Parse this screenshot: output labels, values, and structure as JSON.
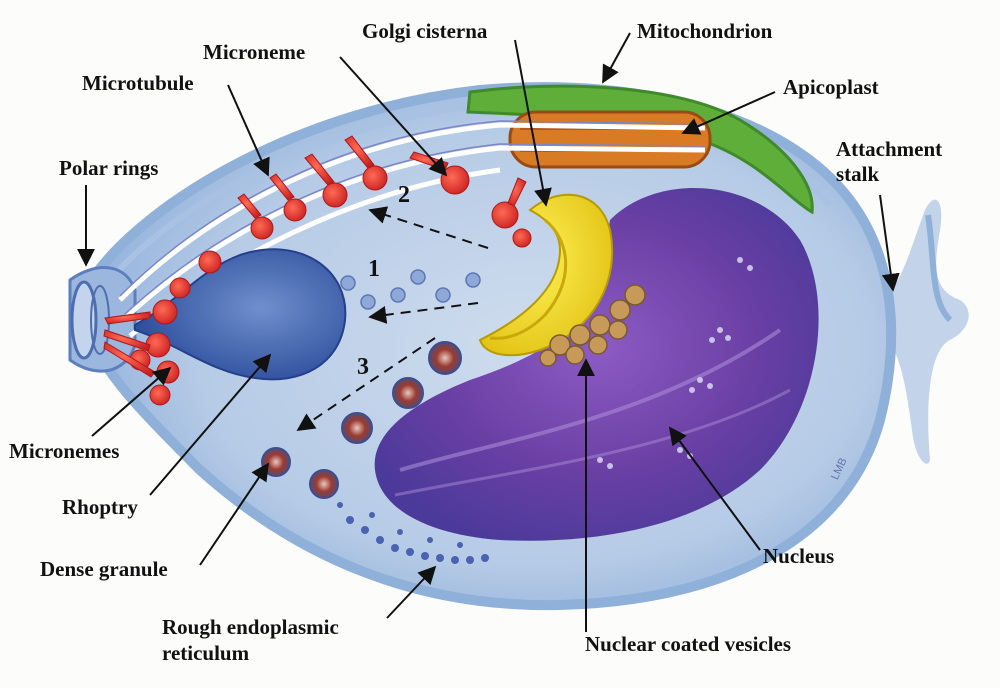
{
  "figure": {
    "subject": "Apicomplexan parasite cell (e.g. Toxoplasma / Eimeria sporozoite) cross-section",
    "artist_signature": "LMB",
    "labels": [
      {
        "id": "polar-rings",
        "text": "Polar rings"
      },
      {
        "id": "microtubule",
        "text": "Microtubule"
      },
      {
        "id": "microneme",
        "text": "Microneme"
      },
      {
        "id": "golgi-cisterna",
        "text": "Golgi cisterna"
      },
      {
        "id": "mitochondrion",
        "text": "Mitochondrion"
      },
      {
        "id": "apicoplast",
        "text": "Apicoplast"
      },
      {
        "id": "attachment-stalk",
        "text": "Attachment\nstalk",
        "line1": "Attachment",
        "line2": "stalk"
      },
      {
        "id": "micronemes",
        "text": "Micronemes"
      },
      {
        "id": "rhoptry",
        "text": "Rhoptry"
      },
      {
        "id": "dense-granule",
        "text": "Dense granule"
      },
      {
        "id": "rough-er",
        "text": "Rough endoplasmic reticulum",
        "line1": "Rough endoplasmic",
        "line2": "reticulum"
      },
      {
        "id": "nuclear-coated-vesicles",
        "text": "Nuclear coated vesicles"
      },
      {
        "id": "nucleus",
        "text": "Nucleus"
      }
    ],
    "pathway_numbers": [
      "1",
      "2",
      "3"
    ],
    "colors": {
      "cell_body": "#b9cde6",
      "cell_membrane": "#8fb0d8",
      "microneme": "#e0302a",
      "golgi": "#f2e21c",
      "apicoplast": "#d97a25",
      "mitochondrion": "#5fae3a",
      "nucleus": "#6b3fa0",
      "rhoptry": "#3f64b0",
      "dense_granule": "#8a3b3b",
      "label_text": "#111111"
    }
  }
}
